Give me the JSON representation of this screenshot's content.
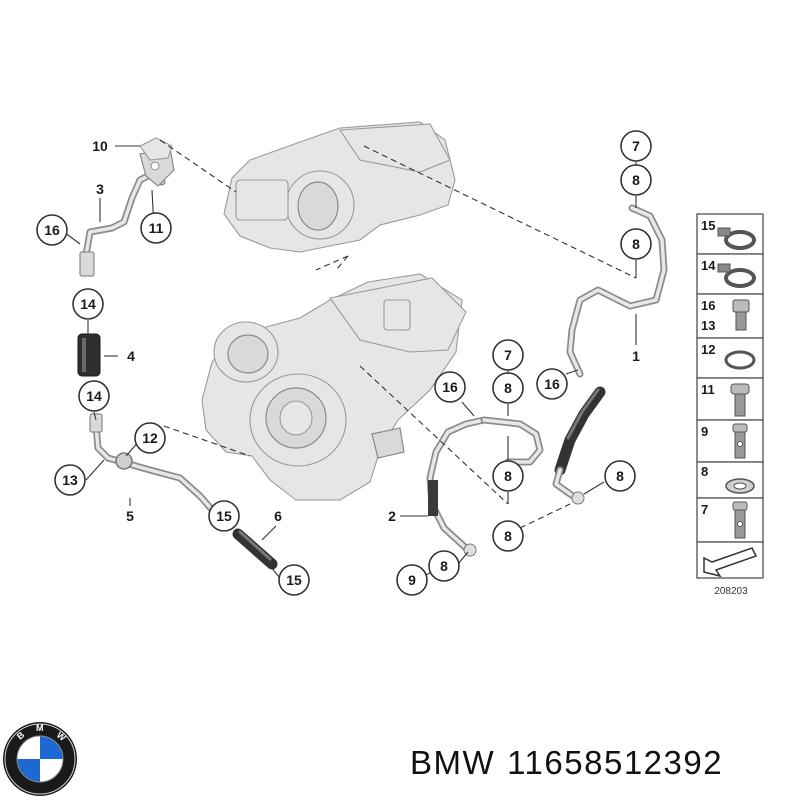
{
  "diagram": {
    "callouts": [
      {
        "id": "c-10",
        "label": "10"
      },
      {
        "id": "c-3",
        "label": "3"
      },
      {
        "id": "c-16a",
        "label": "16"
      },
      {
        "id": "c-11",
        "label": "11"
      },
      {
        "id": "c-14a",
        "label": "14"
      },
      {
        "id": "c-4",
        "label": "4"
      },
      {
        "id": "c-14b",
        "label": "14"
      },
      {
        "id": "c-12",
        "label": "12"
      },
      {
        "id": "c-13",
        "label": "13"
      },
      {
        "id": "c-5",
        "label": "5"
      },
      {
        "id": "c-15a",
        "label": "15"
      },
      {
        "id": "c-6",
        "label": "6"
      },
      {
        "id": "c-15b",
        "label": "15"
      },
      {
        "id": "c-7a",
        "label": "7"
      },
      {
        "id": "c-8a",
        "label": "8"
      },
      {
        "id": "c-8b",
        "label": "8"
      },
      {
        "id": "c-1",
        "label": "1"
      },
      {
        "id": "c-16b",
        "label": "16"
      },
      {
        "id": "c-7b",
        "label": "7"
      },
      {
        "id": "c-16c",
        "label": "16"
      },
      {
        "id": "c-8c",
        "label": "8"
      },
      {
        "id": "c-8d",
        "label": "8"
      },
      {
        "id": "c-8e",
        "label": "8"
      },
      {
        "id": "c-2",
        "label": "2"
      },
      {
        "id": "c-8f",
        "label": "8"
      },
      {
        "id": "c-9",
        "label": "9"
      },
      {
        "id": "c-8g",
        "label": "8"
      }
    ],
    "legend": [
      {
        "label": "15",
        "icon": "hose-clamp-icon"
      },
      {
        "label": "14",
        "icon": "hose-clamp-icon"
      },
      {
        "label": "16",
        "label2": "13",
        "icon": "hex-bolt-icon"
      },
      {
        "label": "12",
        "icon": "sealing-ring-icon"
      },
      {
        "label": "11",
        "icon": "socket-bolt-icon"
      },
      {
        "label": "9",
        "icon": "banjo-bolt-icon"
      },
      {
        "label": "8",
        "icon": "sealing-washer-icon"
      },
      {
        "label": "7",
        "icon": "banjo-bolt-icon"
      }
    ],
    "reference_number": "208203"
  },
  "brand": {
    "name": "BMW",
    "part_number": "11658512392",
    "logo_letters": "BMW",
    "colors": {
      "logo_blue": "#1c69d4",
      "logo_ring": "#1a1a1a"
    }
  }
}
